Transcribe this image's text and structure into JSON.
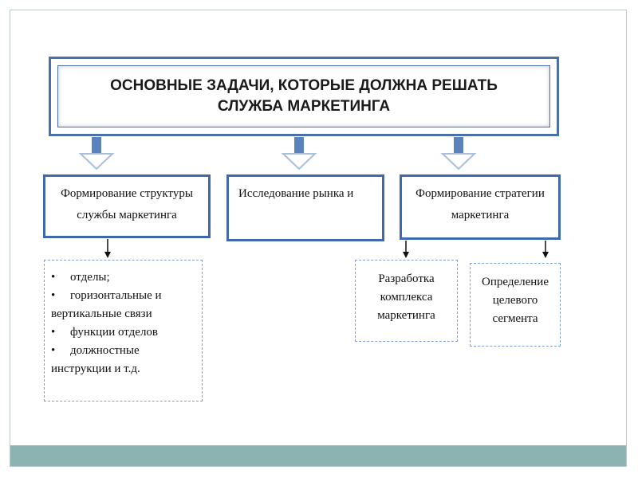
{
  "diagram": {
    "title": "ОСНОВНЫЕ ЗАДАЧИ, КОТОРЫЕ ДОЛЖНА РЕШАТЬ\nСЛУЖБА МАРКЕТИНГА",
    "tasks": [
      {
        "label": "Формирование структуры\nслужбы маркетинга"
      },
      {
        "label": "Исследование рынка и"
      },
      {
        "label": "Формирование стратегии\nмаркетинга"
      }
    ],
    "structure_details": {
      "bullet_symbol": "•",
      "items": [
        {
          "bullet": "•",
          "text": "отделы;"
        },
        {
          "bullet": "•",
          "text": "горизонтальные и"
        },
        {
          "bullet": "",
          "text": "вертикальные связи"
        },
        {
          "bullet": "•",
          "text": "функции отделов"
        },
        {
          "bullet": "•",
          "text": "должностные"
        },
        {
          "bullet": "",
          "text": "инструкции и т.д."
        }
      ]
    },
    "strategy_details": [
      {
        "label": "Разработка\nкомплекса\nмаркетинга"
      },
      {
        "label": "Определение\nцелевого\nсегмента"
      }
    ]
  },
  "colors": {
    "border_blue": "#3f68ad",
    "big_arrow": "#5a82bd",
    "dashed_border": "#7da0d0",
    "footer_bar": "#8cb2b2"
  }
}
